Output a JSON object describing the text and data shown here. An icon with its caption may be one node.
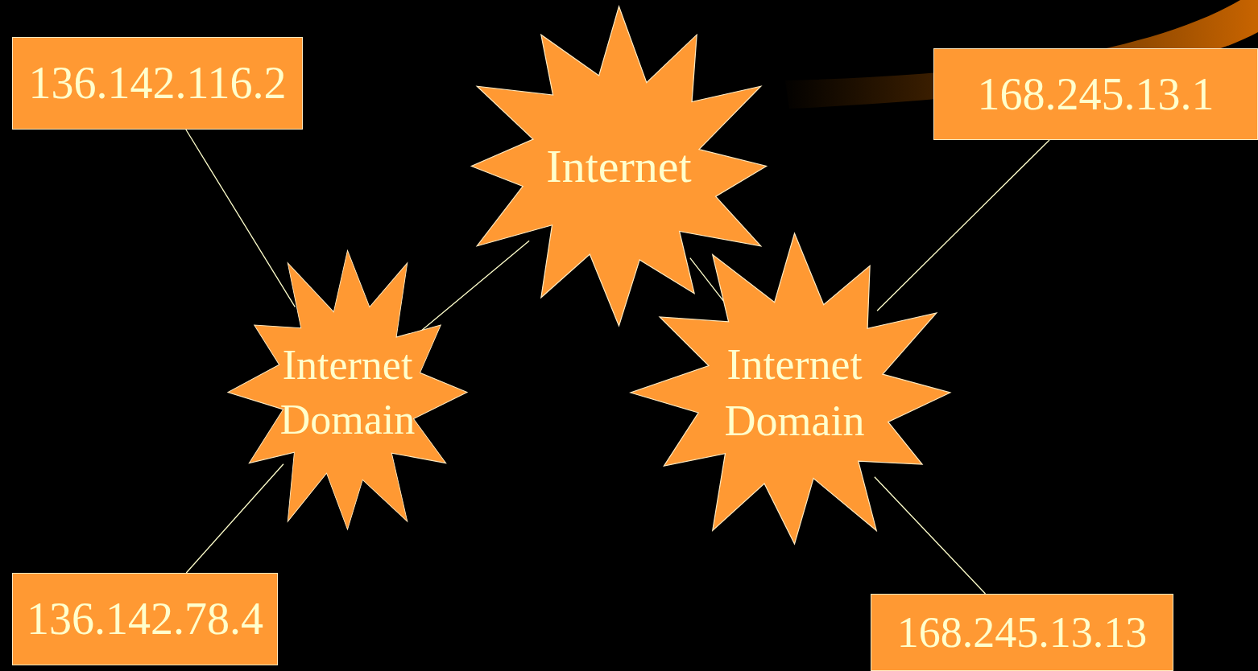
{
  "diagram": {
    "nodes": [
      {
        "text": [
          "136.142.116.2"
        ]
      },
      {
        "text": [
          "Internet"
        ]
      },
      {
        "text": [
          "Internet Domain"
        ]
      },
      {
        "text": [
          "168.245.13.1"
        ]
      },
      {
        "text": [
          "Internet Domain"
        ]
      },
      {
        "text": [
          "136.142.78.4"
        ]
      },
      {
        "text": [
          "168.245.13.13"
        ]
      }
    ],
    "edges": [
      {
        "from": 0,
        "to": 2,
        "arrow": "none"
      },
      {
        "from": 1,
        "to": 2,
        "arrow": "none"
      },
      {
        "from": 1,
        "to": 4,
        "arrow": "none"
      },
      {
        "from": 3,
        "to": 4,
        "arrow": "none"
      },
      {
        "from": 2,
        "to": 5,
        "arrow": "none"
      },
      {
        "from": 4,
        "to": 6,
        "arrow": "none"
      }
    ]
  }
}
